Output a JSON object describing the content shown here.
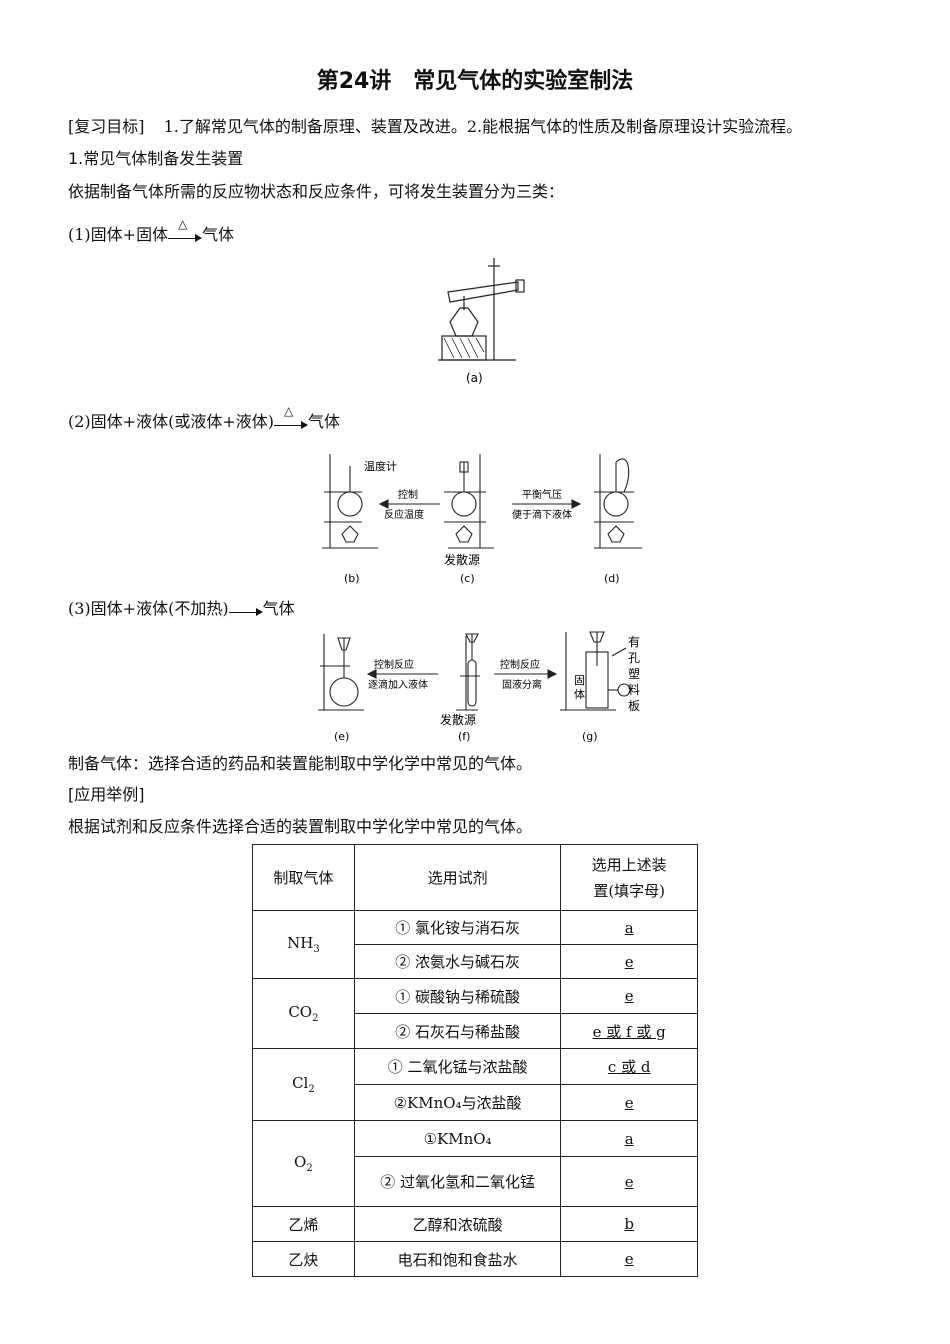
{
  "title": "第24讲　常见气体的实验室制法",
  "goals": {
    "label": "[复习目标]",
    "text": "1.了解常见气体的制备原理、装置及改进。2.能根据气体的性质及制备原理设计实验流程。"
  },
  "section1": {
    "heading": "1.常见气体制备发生装置",
    "intro": "依据制备气体所需的反应物状态和反应条件，可将发生装置分为三类："
  },
  "types": [
    {
      "left": "(1)固体+固体",
      "condition": "△",
      "right": "气体"
    },
    {
      "left": "(2)固体+液体(或液体+液体)",
      "condition": "△",
      "right": "气体"
    },
    {
      "left": "(3)固体+液体(不加热)",
      "right": "气体"
    }
  ],
  "figures": {
    "a": {
      "label": "(a)"
    },
    "bcd": {
      "thermometer": "温度计",
      "control_1": "控制",
      "control_2": "反应温度",
      "balance_1": "平衡气压",
      "balance_2": "便于滴下液体",
      "source": "发散源",
      "b": "(b)",
      "c": "(c)",
      "d": "(d)"
    },
    "efg": {
      "left_1": "控制反应",
      "left_2": "逐滴加入液体",
      "right_1": "控制反应",
      "right_2": "固液分离",
      "source": "发散源",
      "solid_1": "固",
      "solid_2": "体",
      "plate": [
        "有",
        "孔",
        "塑",
        "料",
        "板"
      ],
      "e": "(e)",
      "f": "(f)",
      "g": "(g)"
    }
  },
  "summary": "制备气体：选择合适的药品和装置能制取中学化学中常见的气体。",
  "example": {
    "label": "[应用举例]",
    "intro": "根据试剂和反应条件选择合适的装置制取中学化学中常见的气体。"
  },
  "table": {
    "headers": {
      "gas": "制取气体",
      "reagent": "选用试剂",
      "device_1": "选用上述装",
      "device_2": "置(填字母)"
    },
    "groups": [
      {
        "gas": "NH",
        "sub": "3",
        "rows": [
          {
            "reagent": "① 氯化铵与消石灰",
            "answer": "a"
          },
          {
            "reagent": "② 浓氨水与碱石灰",
            "answer": "e"
          }
        ]
      },
      {
        "gas": "CO",
        "sub": "2",
        "rows": [
          {
            "reagent": "① 碳酸钠与稀硫酸",
            "answer": "e"
          },
          {
            "reagent": "② 石灰石与稀盐酸",
            "answer": "e 或 f 或 g"
          }
        ]
      },
      {
        "gas": "Cl",
        "sub": "2",
        "rows": [
          {
            "reagent": "① 二氧化锰与浓盐酸",
            "answer": "c 或 d"
          },
          {
            "reagent": "②KMnO₄与浓盐酸",
            "answer": "e"
          }
        ]
      },
      {
        "gas": "O",
        "sub": "2",
        "rows": [
          {
            "reagent": "①KMnO₄",
            "answer": "a"
          },
          {
            "reagent": "② 过氧化氢和二氧化锰",
            "answer": "e"
          }
        ]
      },
      {
        "gas": "乙烯",
        "sub": "",
        "rows": [
          {
            "reagent": "乙醇和浓硫酸",
            "answer": "b"
          }
        ]
      },
      {
        "gas": "乙炔",
        "sub": "",
        "rows": [
          {
            "reagent": "电石和饱和食盐水",
            "answer": "e"
          }
        ]
      }
    ]
  }
}
